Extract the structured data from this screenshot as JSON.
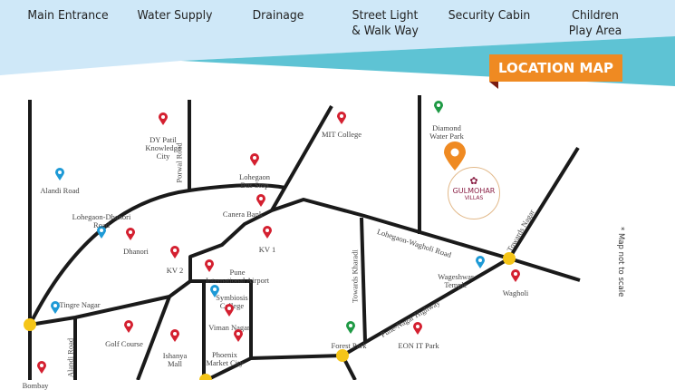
{
  "amenities": [
    "Main Entrance",
    "Water Supply",
    "Drainage",
    "Street Light\n& Walk Way",
    "Security Cabin",
    "Children\nPlay Area"
  ],
  "badge": "LOCATION MAP",
  "note": "* Map not to scale",
  "project": {
    "name": "GULMOHAR",
    "sub": "VILLAS"
  },
  "colors": {
    "red": "#d42030",
    "blue": "#1e9ad6",
    "green": "#1f9a45",
    "orange": "#ef8a22",
    "road": "#1a1a1a",
    "junction": "#f5c518"
  },
  "places": [
    {
      "name": "DY Patil\nKnowledge\nCity",
      "color": "red"
    },
    {
      "name": "Alandi Road",
      "color": "blue"
    },
    {
      "name": "Porwal Road",
      "color": "none"
    },
    {
      "name": "Lohegaon\nBus Stop",
      "color": "red"
    },
    {
      "name": "MIT College",
      "color": "red"
    },
    {
      "name": "Canera Bank",
      "color": "red"
    },
    {
      "name": "Lohegaon-Dhanori\nRoad",
      "color": "blue"
    },
    {
      "name": "Dhanori",
      "color": "red"
    },
    {
      "name": "KV 1",
      "color": "red"
    },
    {
      "name": "KV 2",
      "color": "red"
    },
    {
      "name": "Pune\nInternational Airport",
      "color": "red"
    },
    {
      "name": "Tingre Nagar",
      "color": "blue"
    },
    {
      "name": "Symbiosis\nCollege",
      "color": "blue"
    },
    {
      "name": "Viman Nagar",
      "color": "red"
    },
    {
      "name": "Golf Course",
      "color": "red"
    },
    {
      "name": "Ishanya\nMall",
      "color": "red"
    },
    {
      "name": "Phoenix\nMarket City",
      "color": "red"
    },
    {
      "name": "Alandi Road",
      "color": "none"
    },
    {
      "name": "Diamond\nWater Park",
      "color": "green"
    },
    {
      "name": "Lohegaon-Wagholi Road",
      "color": "none"
    },
    {
      "name": "Towards Nagar",
      "color": "none"
    },
    {
      "name": "Wageshwar\nTemple",
      "color": "blue"
    },
    {
      "name": "Wagholi",
      "color": "red"
    },
    {
      "name": "Towards Kharadi",
      "color": "none"
    },
    {
      "name": "Pune-Nagar Highway",
      "color": "none"
    },
    {
      "name": "Forest Park",
      "color": "green"
    },
    {
      "name": "EON IT Park",
      "color": "red"
    },
    {
      "name": "Bombay",
      "color": "red"
    }
  ]
}
